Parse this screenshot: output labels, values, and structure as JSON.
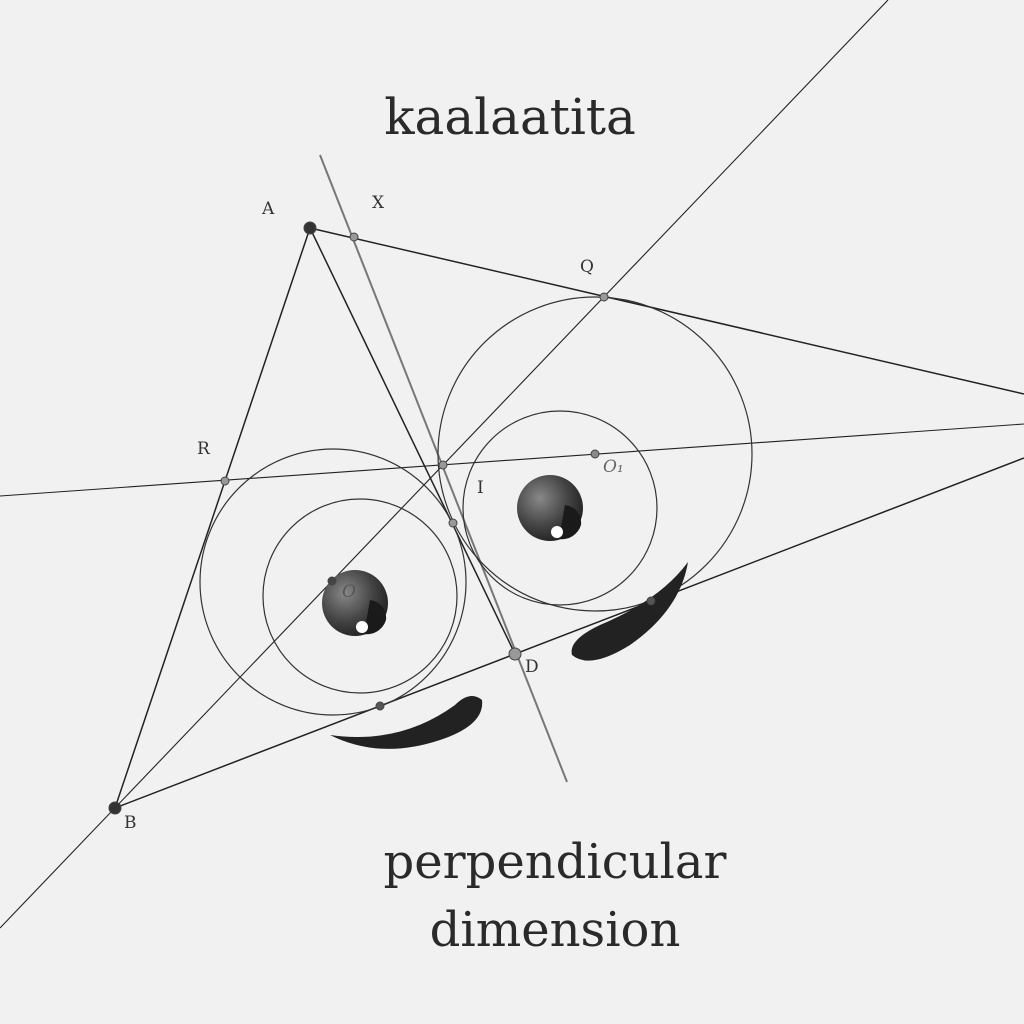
{
  "title": "kaalaatita",
  "subtitle_line1": "perpendicular",
  "subtitle_line2": "dimension",
  "point_labels": {
    "A": "A",
    "X": "X",
    "Q": "Q",
    "R": "R",
    "I": "I",
    "O1": "O₁",
    "O": "O",
    "D": "D",
    "B": "B"
  },
  "colors": {
    "background": "#f1f1f1",
    "line": "#222222",
    "gray_line": "#777777",
    "text": "#2a2a2a"
  }
}
